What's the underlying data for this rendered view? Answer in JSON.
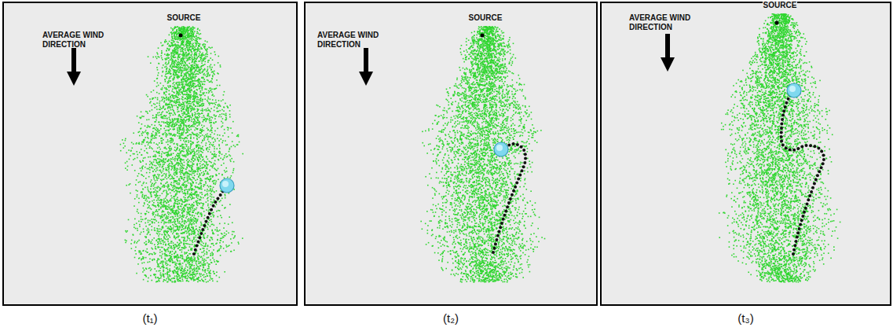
{
  "diagram": {
    "labels": [
      "AVERAGE WIND DIRECTION",
      "SOURCE",
      "(t₁)",
      "AVERAGE WIND DIRECTION",
      "SOURCE",
      "(t₂)",
      "AVERAGE WIND DIRECTION",
      "SOURCE",
      "(t₃)"
    ]
  }
}
